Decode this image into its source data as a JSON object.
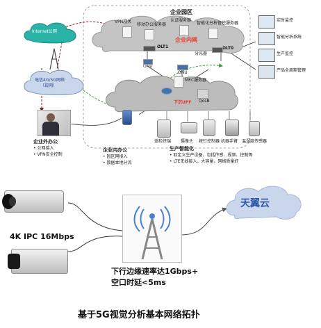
{
  "top_diagram": {
    "campus_title": "企业园区",
    "vpn_gateway": "VPN网关",
    "mobile_core": "移动办公服务器",
    "auth": "认证服务器",
    "production_manage": "智能化分析管控服务器",
    "enterprise_intranet": "企业内网",
    "olt_left": "OLT1",
    "olt_right": "OLT0",
    "onu_left": "ONU",
    "onu_right": "ONU",
    "splitter": "分光器",
    "internet_cloud": "Internet公网",
    "operator_cloud_line1": "电信4G/5G网络",
    "operator_cloud_line2": "（现网）",
    "mec_server": "MEC服务器",
    "upf": "下沉UPF",
    "qosb": "QosB",
    "right_items": [
      "实时监控",
      "智能分析系统",
      "生产监控",
      "产品全周期管理"
    ],
    "devices": [
      "巡检终端",
      "摄像头",
      "按钉控制器",
      "机器手臂",
      "温湿度传感器"
    ],
    "office_external": {
      "title": "企业外办公",
      "items": [
        "公网接入",
        "VPN安全控制"
      ]
    },
    "office_internal": {
      "title": "企业内办公",
      "items": [
        "园区网接入",
        "数据本地分流"
      ]
    },
    "production": {
      "title": "生产智能化",
      "items": [
        "软定义生产设备，包括传感、视频、控制等",
        "LTE无线接入，大容量，网络质量好"
      ]
    }
  },
  "bottom_diagram": {
    "camera_label": "4K IPC  16Mbps",
    "cloud_label": "天翼云",
    "tower_caption_line1": "下行边缘速率达1Gbps+",
    "tower_caption_line2": "空口时延<5ms"
  },
  "caption": "基于5G视觉分析基本网络拓扑",
  "colors": {
    "cloud_gray": "#c4c4c4",
    "cloud_teal": "#2bb3a7",
    "cloud_blue": "#c9d6ec",
    "red_accent": "#e8392c",
    "green_dash": "#3f9a3f",
    "dark_red_dash": "#8b1a1a"
  }
}
